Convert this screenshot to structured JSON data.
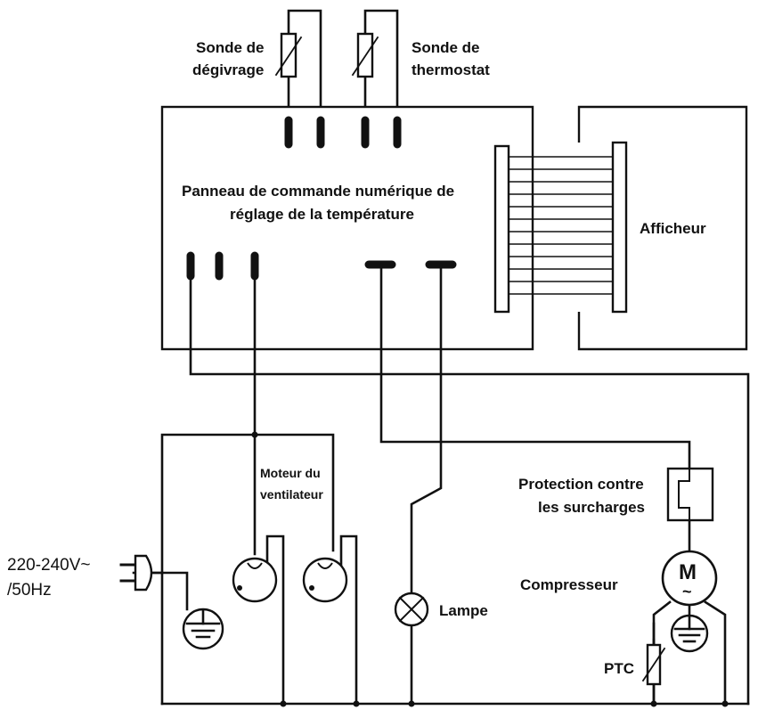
{
  "labels": {
    "defrost_sensor": [
      "Sonde de",
      "dégivrage"
    ],
    "thermostat_sensor": [
      "Sonde de",
      "thermostat"
    ],
    "control_panel": [
      "Panneau de commande numérique de",
      "réglage de la température"
    ],
    "display": "Afficheur",
    "fan_motor": [
      "Moteur du",
      "ventilateur"
    ],
    "power_supply": [
      "220-240V~",
      "/50Hz"
    ],
    "lamp": "Lampe",
    "overload_protection": [
      "Protection contre",
      "les surcharges"
    ],
    "compressor": "Compresseur",
    "motor_symbol": "M",
    "motor_ac": "~",
    "ptc": "PTC"
  }
}
